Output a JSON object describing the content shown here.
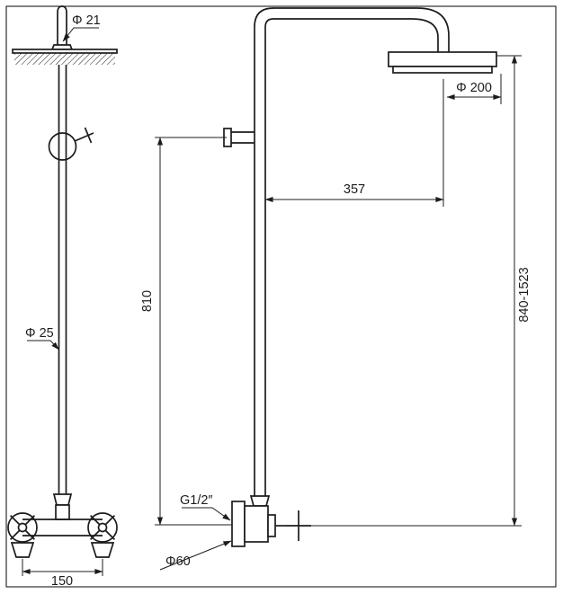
{
  "drawing": {
    "type": "technical-drawing",
    "subject": "exposed thermostatic shower column, front and side elevation",
    "ink_color": "#1c1c1c",
    "background_color": "#ffffff",
    "dimensions": {
      "head_pipe_dia": "Φ 21",
      "head_dia": "Φ 200",
      "arm_reach": "357",
      "riser_length": "810",
      "height_range": "840-1523",
      "riser_dia": "Φ 25",
      "inlet_thread": "G1/2″",
      "escutcheon_dia": "Φ60",
      "inlet_spacing": "150"
    }
  }
}
